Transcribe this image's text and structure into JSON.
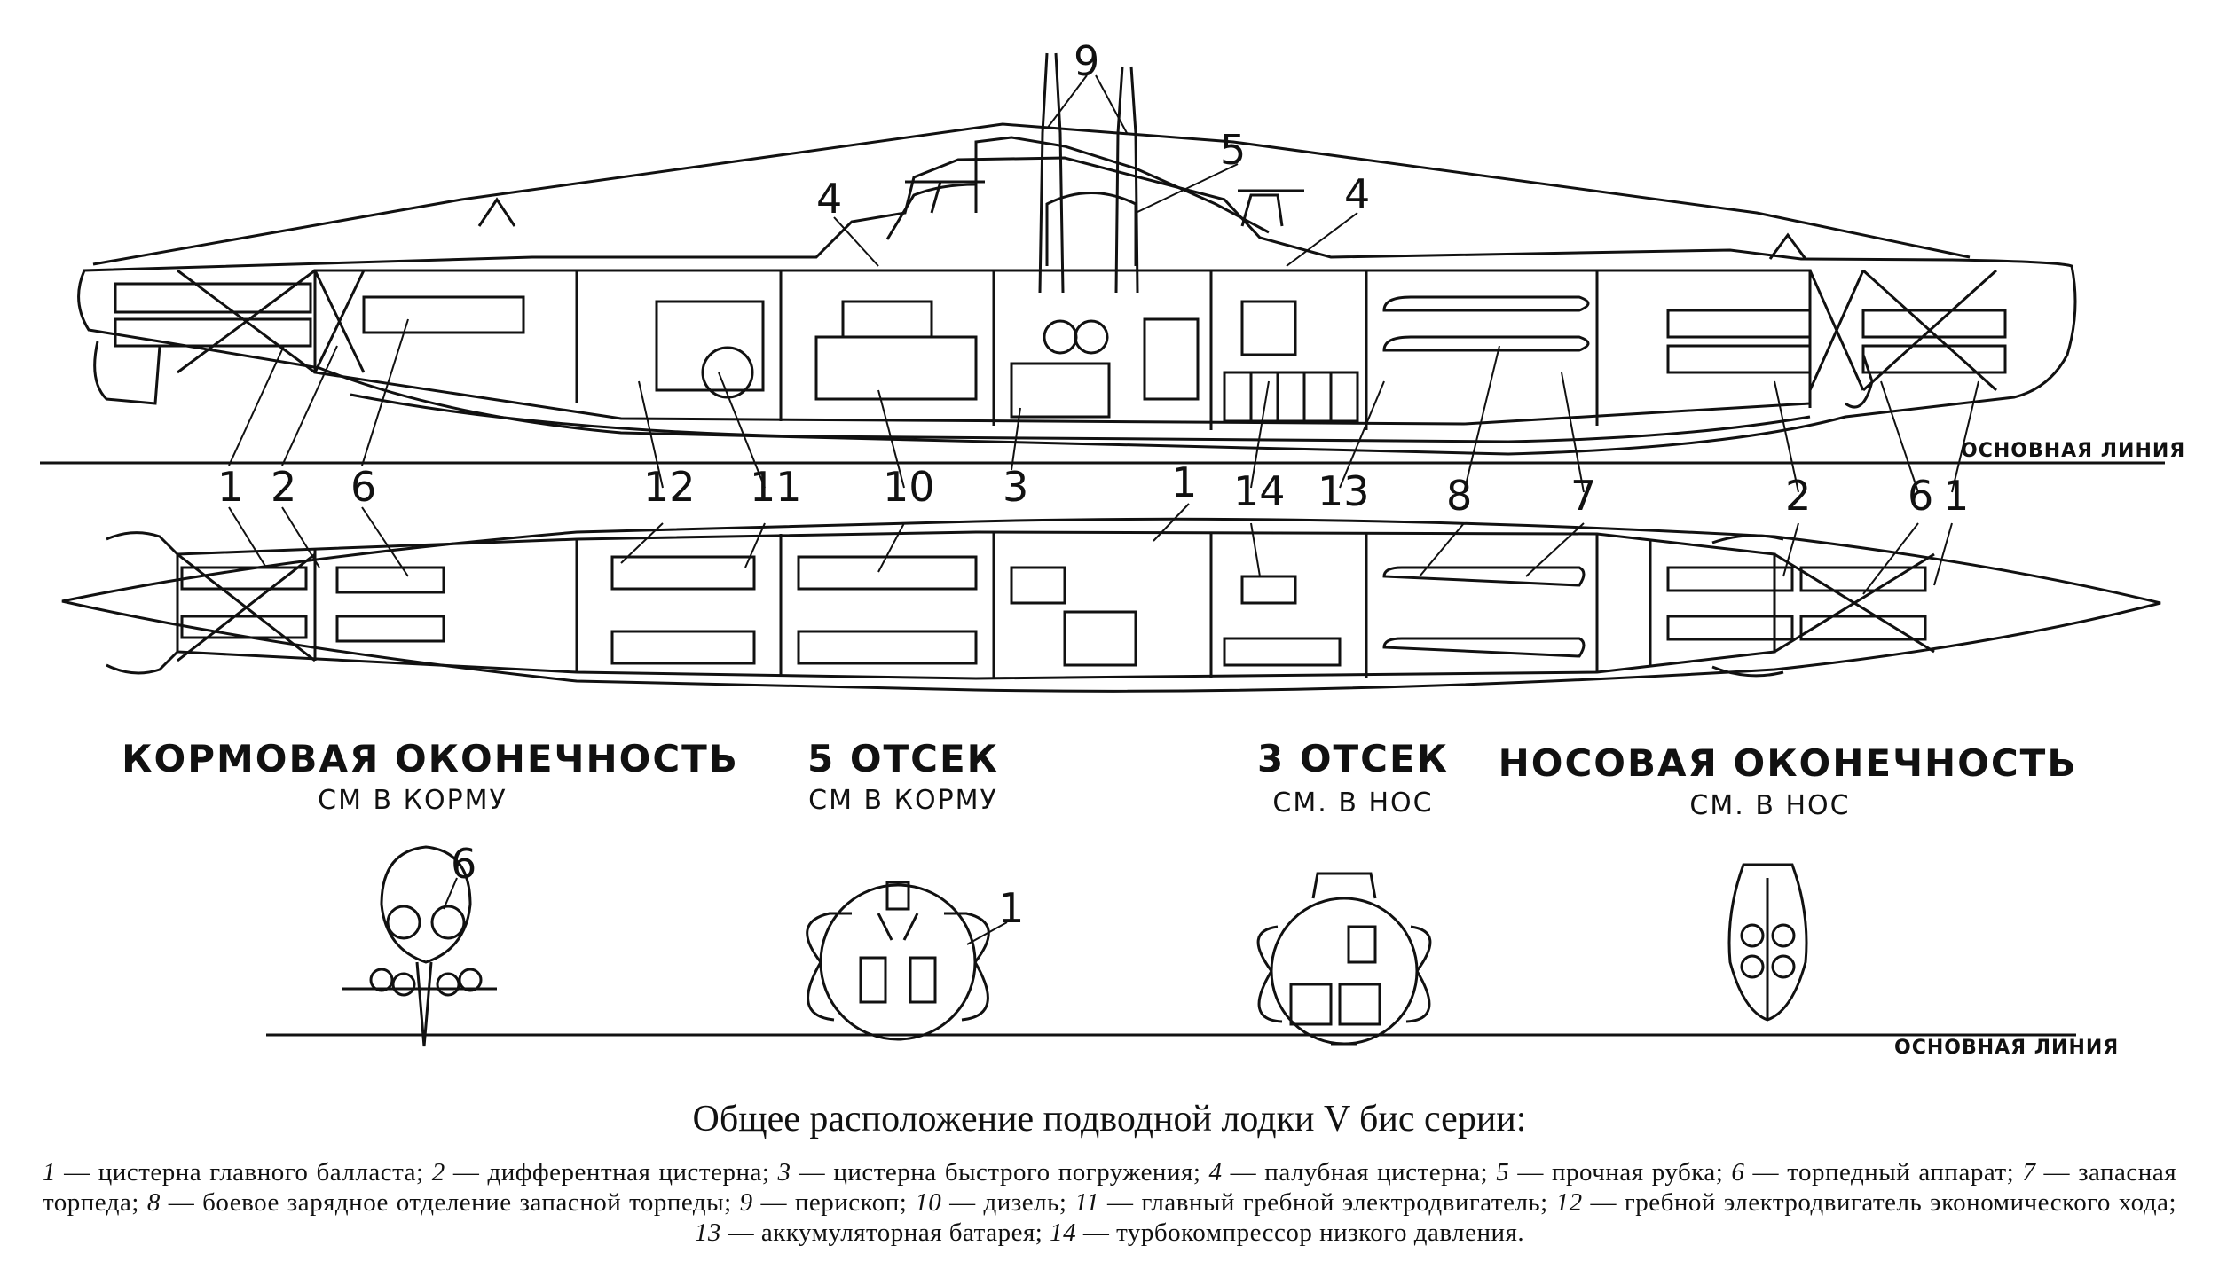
{
  "callouts": {
    "n1": "1",
    "n2": "2",
    "n3": "3",
    "n4": "4",
    "n5": "5",
    "n6": "6",
    "n7": "7",
    "n8": "8",
    "n9": "9",
    "n10": "10",
    "n11": "11",
    "n12": "12",
    "n13": "13",
    "n14": "14"
  },
  "baseline_label": "ОСНОВНАЯ ЛИНИЯ",
  "sections": [
    {
      "title": "КОРМОВАЯ ОКОНЕЧНОСТЬ",
      "direction": "СМ В КОРМУ"
    },
    {
      "title": "5 ОТСЕК",
      "direction": "СМ В КОРМУ"
    },
    {
      "title": "3 ОТСЕК",
      "direction": "СМ. В НОС"
    },
    {
      "title": "НОСОВАЯ ОКОНЕЧНОСТЬ",
      "direction": "СМ. В НОС"
    }
  ],
  "caption": "Общее расположение подводной лодки V бис серии:",
  "legend": [
    {
      "num": "1",
      "text": "цистерна главного балласта;"
    },
    {
      "num": "2",
      "text": "дифферентная цистерна;"
    },
    {
      "num": "3",
      "text": "цистерна быстрого погружения;"
    },
    {
      "num": "4",
      "text": "палубная цистерна;"
    },
    {
      "num": "5",
      "text": "прочная рубка;"
    },
    {
      "num": "6",
      "text": "торпедный аппарат;"
    },
    {
      "num": "7",
      "text": "запасная торпеда;"
    },
    {
      "num": "8",
      "text": "боевое зарядное отделение запасной торпеды;"
    },
    {
      "num": "9",
      "text": "перископ;"
    },
    {
      "num": "10",
      "text": "дизель;"
    },
    {
      "num": "11",
      "text": "главный гребной электродвигатель;"
    },
    {
      "num": "12",
      "text": "гребной электродвигатель экономического хода;"
    },
    {
      "num": "13",
      "text": "аккумуляторная батарея;"
    },
    {
      "num": "14",
      "text": "турбокомпрессор низкого давления."
    }
  ]
}
